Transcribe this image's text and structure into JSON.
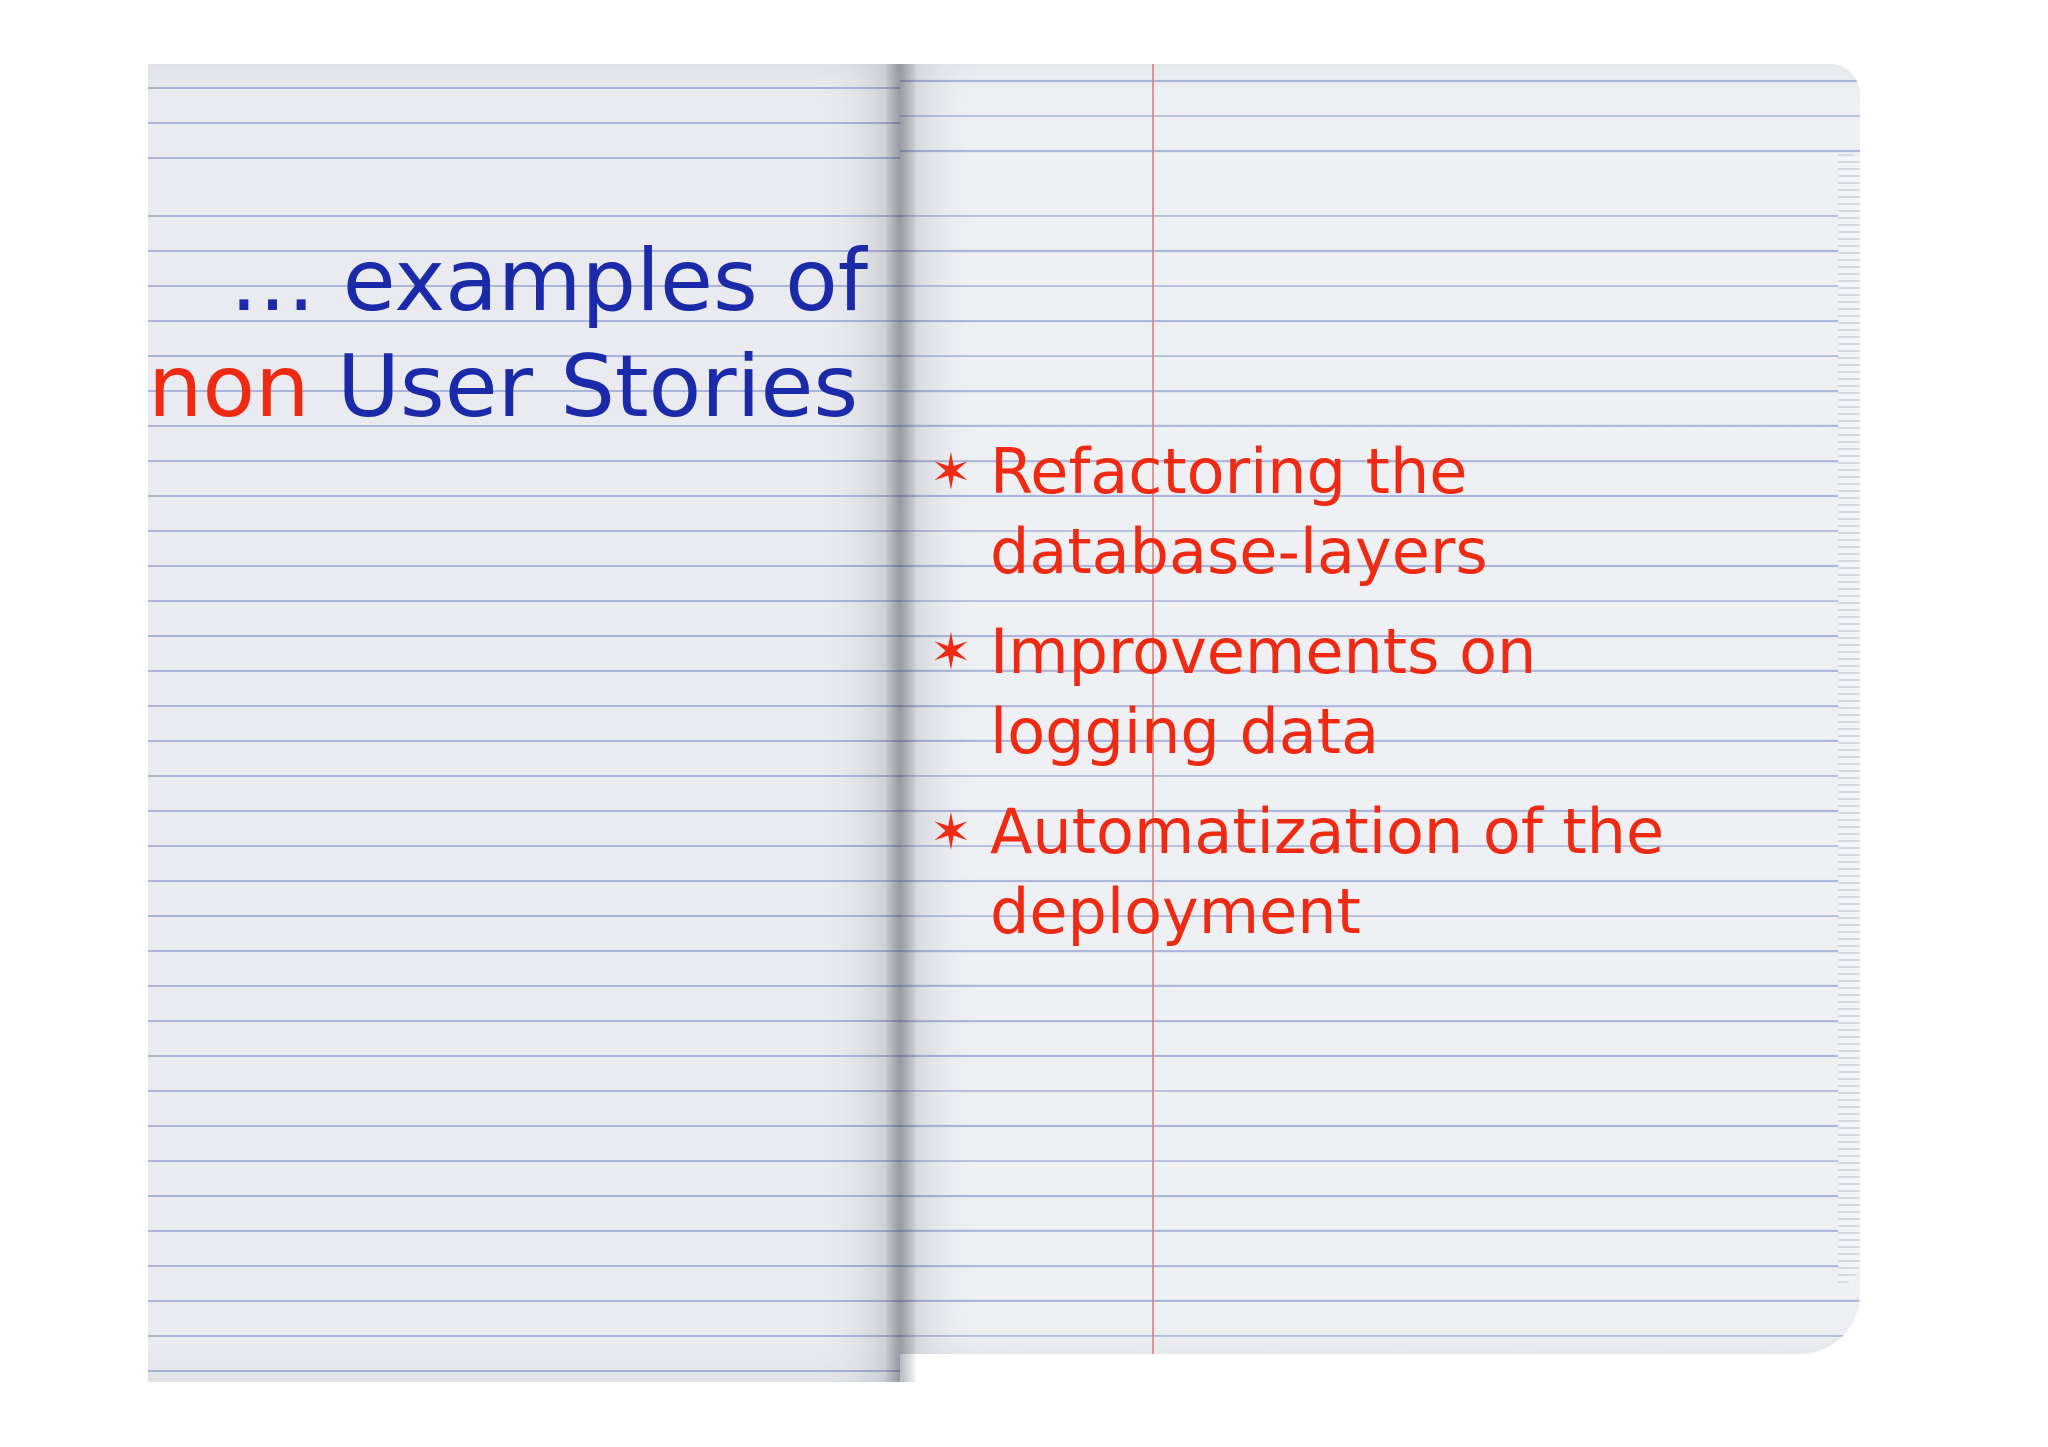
{
  "title": {
    "line1": "… examples of",
    "line2_accent": "non",
    "line2_rest": " User Stories!"
  },
  "bullet_icon": "asterisk-star-icon",
  "bullet_glyph": "✶",
  "bullets": [
    "Refactoring the database-layers",
    "Improvements on logging data",
    "Automatization of the deployment"
  ],
  "colors": {
    "title_blue": "#1a2aa8",
    "accent_red": "#ee2a12"
  }
}
